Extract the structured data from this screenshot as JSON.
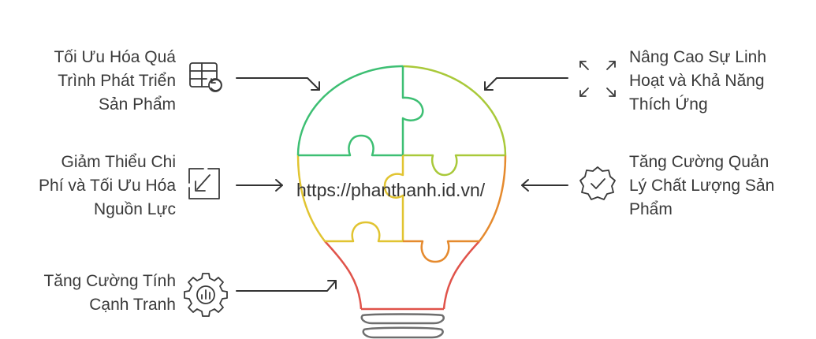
{
  "watermark": "https://phanthanh.id.vn/",
  "items": {
    "top_left": {
      "text": "Tối Ưu Hóa Quá\nTrình Phát Triển\nSản Phẩm",
      "icon": "table-refresh-icon"
    },
    "mid_left": {
      "text": "Giảm Thiểu Chi\nPhí và Tối Ưu Hóa\nNguồn Lực",
      "icon": "minimize-arrow-icon"
    },
    "bottom_left": {
      "text": "Tăng Cường Tính\nCạnh Tranh",
      "icon": "gear-chart-icon"
    },
    "top_right": {
      "text": "Nâng Cao Sự Linh\nHoạt và Khả Năng\nThích Ứng",
      "icon": "expand-arrows-icon"
    },
    "mid_right": {
      "text": "Tăng Cường Quản\nLý Chất Lượng Sản\nPhẩm",
      "icon": "badge-check-icon"
    }
  },
  "colors": {
    "text": "#3a3a3a",
    "arrow": "#333333",
    "icon": "#3a3a3a",
    "bulb_green": "#3dbf73",
    "bulb_yellow_green": "#a9c93a",
    "bulb_yellow": "#e1c431",
    "bulb_orange": "#e58a2e",
    "bulb_red": "#e0534a",
    "bulb_base": "#6e6e6e"
  }
}
